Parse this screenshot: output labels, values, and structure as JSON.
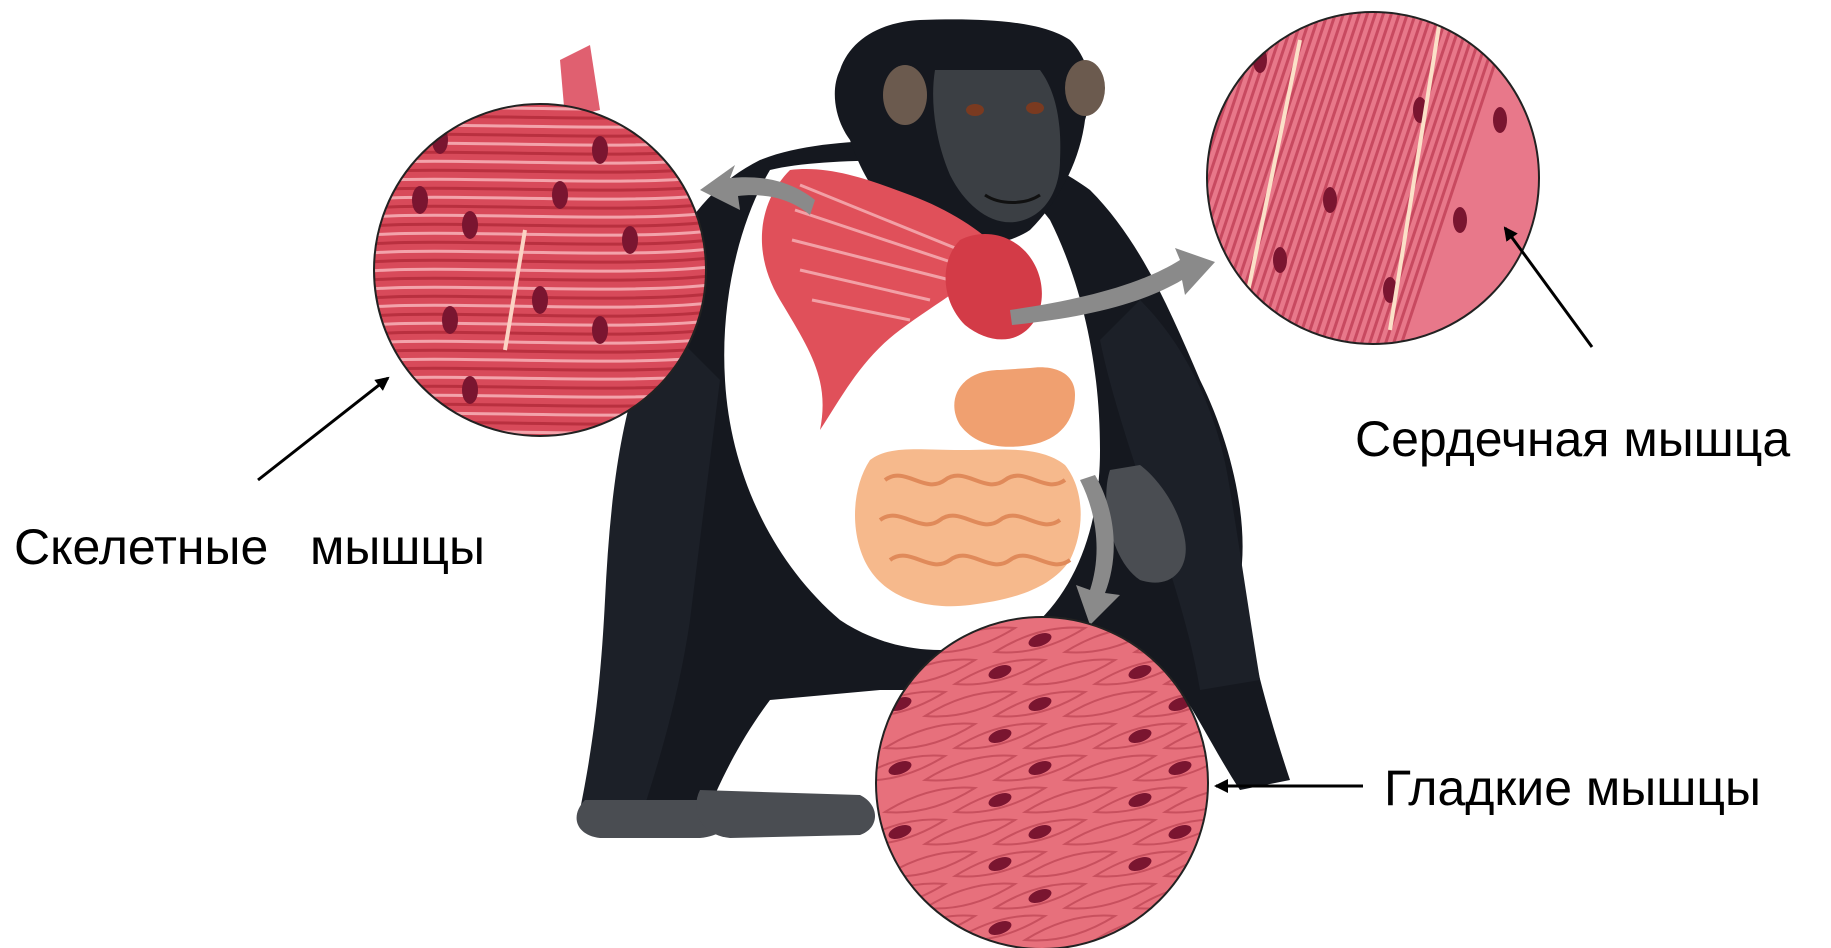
{
  "labels": {
    "skeletal": "Скелетные   мышцы",
    "cardiac": "Сердечная мышца",
    "smooth": "Гладкие мышцы"
  },
  "colors": {
    "background": "#ffffff",
    "fur": "#15181f",
    "skin": "#3b3f44",
    "chest": "#ffffff",
    "muscle": "#e0505a",
    "muscle_light": "#f2a0a6",
    "heart": "#d33b47",
    "stomach": "#f0a070",
    "intestine": "#f6b98c",
    "skeletal_tissue": "#d84a5a",
    "cardiac_tissue": "#e8788a",
    "smooth_tissue": "#e7707c",
    "nucleus": "#7a1530",
    "arrow_grey": "#8a8a8a",
    "pointer": "#000000"
  },
  "icons": {
    "animal": "chimpanzee-illustration",
    "arrows": "grey-curved-arrow",
    "pointers": "black-pointer-arrow"
  }
}
